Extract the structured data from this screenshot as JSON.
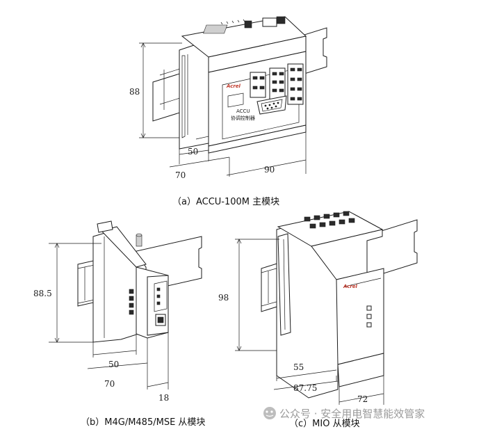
{
  "figure_a": {
    "caption": "（a）ACCU-100M 主模块",
    "dim_height": "88",
    "dim_depth_inner": "50",
    "dim_depth_outer": "70",
    "dim_width": "90",
    "brand_text": "Acrel",
    "panel_text_1": "ACCU",
    "panel_text_2": "协调控制器"
  },
  "figure_b": {
    "caption": "（b）M4G/M485/MSE 从模块",
    "dim_height": "88.5",
    "dim_depth_inner": "50",
    "dim_depth_outer": "70",
    "dim_width": "18"
  },
  "figure_c": {
    "caption": "（c）MIO 从模块",
    "dim_height": "98",
    "dim_depth_inner": "55",
    "dim_depth_outer": "87.75",
    "dim_width": "72",
    "brand_text": "Acrel"
  },
  "watermark": "公众号 · 安全用电智慧能效管家"
}
